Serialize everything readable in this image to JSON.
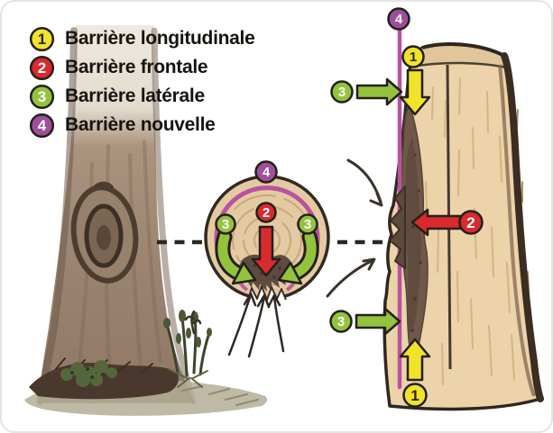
{
  "legend": {
    "items": [
      {
        "number": "1",
        "label": "Barrière longitudinale",
        "color": "#f1e32b",
        "number_color": "#2b2410"
      },
      {
        "number": "2",
        "label": "Barrière frontale",
        "color": "#d92a2d",
        "number_color": "#ffffff"
      },
      {
        "number": "3",
        "label": "Barrière latérale",
        "color": "#93c33d",
        "number_color": "#ffffff"
      },
      {
        "number": "4",
        "label": "Barrière nouvelle",
        "color": "#9d4f9b",
        "number_color": "#ffffff"
      }
    ]
  },
  "cross_section": {
    "marker_top": "4",
    "marker_center": "2",
    "marker_left": "3",
    "marker_right": "3"
  },
  "trunk_section": {
    "marker_top": "4",
    "marker_upper_yellow": "1",
    "marker_upper_green": "3",
    "marker_frontal_red": "2",
    "marker_lower_green": "3",
    "marker_lower_yellow": "1"
  },
  "colors": {
    "yellow": "#f1e32b",
    "red": "#d92a2d",
    "green": "#93c33d",
    "purple": "#9d4f9b",
    "magenta_line": "#b8539f",
    "dark_outline": "#241f18",
    "wood": "#e4caa2",
    "wood_ring": "#c2a177",
    "trunk_right": "#ecd3aa",
    "decay": "#6d5849",
    "left_trunk": "#9a8370",
    "ground": "#b3ae97",
    "foliage": "#4f5e3a"
  }
}
